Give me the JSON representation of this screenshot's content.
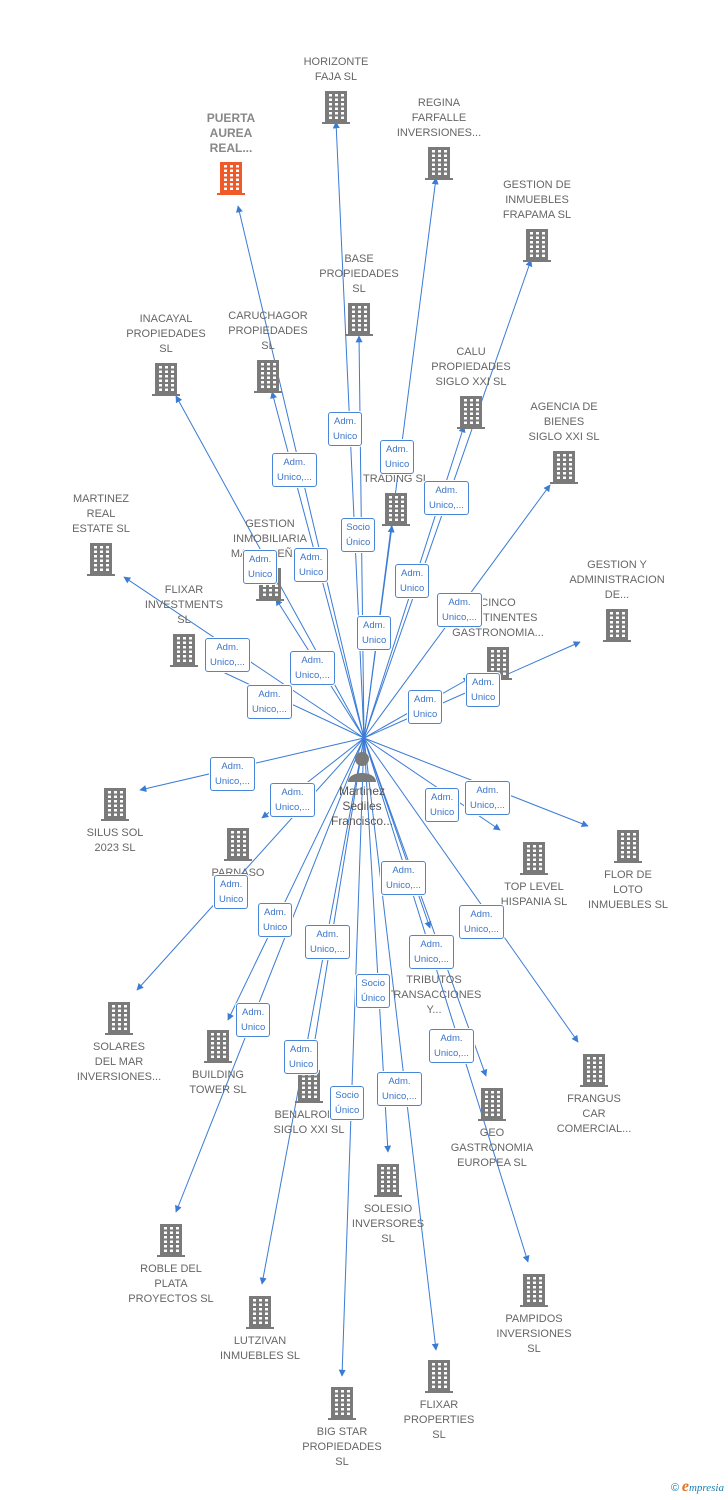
{
  "center": {
    "label": "Martinez\nSediles\nFrancisco..."
  },
  "colors": {
    "edge": "#3a7bd5",
    "building": "#7a7a7a",
    "highlight": "#f05a28",
    "person": "#7a7a7a"
  },
  "companies": [
    {
      "id": "horizonte",
      "label": "HORIZONTE\nFAJA  SL"
    },
    {
      "id": "regina",
      "label": "REGINA\nFARFALLE\nINVERSIONES..."
    },
    {
      "id": "puerta",
      "label": "PUERTA\nAUREA\nREAL...",
      "highlight": true
    },
    {
      "id": "gestion_inm",
      "label": "GESTION DE\nINMUEBLES\nFRAPAMA  SL"
    },
    {
      "id": "base",
      "label": "BASE\nPROPIEDADES\nSL"
    },
    {
      "id": "inacayal",
      "label": "INACAYAL\nPROPIEDADES\nSL"
    },
    {
      "id": "caruchagor",
      "label": "CARUCHAGOR\nPROPIEDADES\nSL"
    },
    {
      "id": "calu",
      "label": "CALU\nPROPIEDADES\nSIGLO XXI  SL"
    },
    {
      "id": "agencia",
      "label": "AGENCIA DE\nBIENES\nSIGLO XXI  SL"
    },
    {
      "id": "trading",
      "label": "TRADING  SL"
    },
    {
      "id": "martinez_re",
      "label": "MARTINEZ\nREAL\nESTATE  SL"
    },
    {
      "id": "gestion_mal",
      "label": "GESTION\nINMOBILIARIA\nMALAGUEÑA..."
    },
    {
      "id": "gestion_adm",
      "label": "GESTION Y\nADMINISTRACION\nDE..."
    },
    {
      "id": "flixar_inv",
      "label": "FLIXAR\nINVESTMENTS\nSL"
    },
    {
      "id": "cinco",
      "label": "CINCO\nCONTINENTES\nGASTRONOMIA..."
    },
    {
      "id": "silus",
      "label": "SILUS SOL\n2023  SL"
    },
    {
      "id": "parnaso",
      "label": "PARNASO\nSL"
    },
    {
      "id": "top_level",
      "label": "TOP LEVEL\nHISPANIA  SL"
    },
    {
      "id": "flor_loto",
      "label": "FLOR DE\nLOTO\nINMUEBLES  SL"
    },
    {
      "id": "tributos",
      "label": "TRIBUTOS\nTRANSACCIONES\nY..."
    },
    {
      "id": "solares",
      "label": "SOLARES\nDEL MAR\nINVERSIONES..."
    },
    {
      "id": "building",
      "label": "BUILDING\nTOWER  SL"
    },
    {
      "id": "benalroma",
      "label": "BENALROMA\nSIGLO XXI  SL"
    },
    {
      "id": "frangus",
      "label": "FRANGUS\nCAR\nCOMERCIAL..."
    },
    {
      "id": "geo",
      "label": "GEO\nGASTRONOMIA\nEUROPEA  SL"
    },
    {
      "id": "solesio",
      "label": "SOLESIO\nINVERSORES\nSL"
    },
    {
      "id": "roble",
      "label": "ROBLE DEL\nPLATA\nPROYECTOS  SL"
    },
    {
      "id": "pampidos",
      "label": "PAMPIDOS\nINVERSIONES\nSL"
    },
    {
      "id": "lutzivan",
      "label": "LUTZIVAN\nINMUEBLES  SL"
    },
    {
      "id": "flixar_prop",
      "label": "FLIXAR\nPROPERTIES\nSL"
    },
    {
      "id": "big_star",
      "label": "BIG STAR\nPROPIEDADES\nSL"
    }
  ],
  "badges": [
    {
      "id": "b_base",
      "label": "Adm.\nUnico"
    },
    {
      "id": "b_regina",
      "label": "Adm.\nUnico"
    },
    {
      "id": "b_caruchagor",
      "label": "Adm.\nUnico,..."
    },
    {
      "id": "b_calu",
      "label": "Adm.\nUnico,..."
    },
    {
      "id": "b_trading",
      "label": "Socio\nÚnico"
    },
    {
      "id": "b_martinez",
      "label": "Adm.\nUnico"
    },
    {
      "id": "b_gestmal",
      "label": "Adm.\nUnico"
    },
    {
      "id": "b_agencia",
      "label": "Adm.\nUnico"
    },
    {
      "id": "b_gestadm",
      "label": "Adm.\nUnico,..."
    },
    {
      "id": "b_flixarinv",
      "label": "Adm.\nUnico,..."
    },
    {
      "id": "b_horizonte",
      "label": "Adm.\nUnico"
    },
    {
      "id": "b_inacayal",
      "label": "Adm.\nUnico,..."
    },
    {
      "id": "b_puerta",
      "label": "Adm.\nUnico,..."
    },
    {
      "id": "b_cinco1",
      "label": "Adm.\nUnico"
    },
    {
      "id": "b_cinco2",
      "label": "Adm.\nUnico"
    },
    {
      "id": "b_silus",
      "label": "Adm.\nUnico,..."
    },
    {
      "id": "b_parnaso",
      "label": "Adm.\nUnico,..."
    },
    {
      "id": "b_toplevel",
      "label": "Adm.\nUnico"
    },
    {
      "id": "b_florloto",
      "label": "Adm.\nUnico,..."
    },
    {
      "id": "b_solares",
      "label": "Adm.\nUnico"
    },
    {
      "id": "b_building",
      "label": "Adm.\nUnico"
    },
    {
      "id": "b_benalroma",
      "label": "Adm.\nUnico,..."
    },
    {
      "id": "b_tributos",
      "label": "Adm.\nUnico,..."
    },
    {
      "id": "b_frangus",
      "label": "Adm.\nUnico,..."
    },
    {
      "id": "b_geo",
      "label": "Adm.\nUnico,..."
    },
    {
      "id": "b_solesio",
      "label": "Socio\nÚnico"
    },
    {
      "id": "b_roble",
      "label": "Adm.\nUnico"
    },
    {
      "id": "b_lutzivan",
      "label": "Adm.\nUnico"
    },
    {
      "id": "b_bigstar",
      "label": "Socio\nÚnico"
    },
    {
      "id": "b_flixarprop",
      "label": "Adm.\nUnico,..."
    },
    {
      "id": "b_pampidos",
      "label": "Adm.\nUnico,..."
    }
  ],
  "footer": {
    "copyright": "©",
    "brand_initial": "e",
    "brand_rest": "mpresia"
  }
}
